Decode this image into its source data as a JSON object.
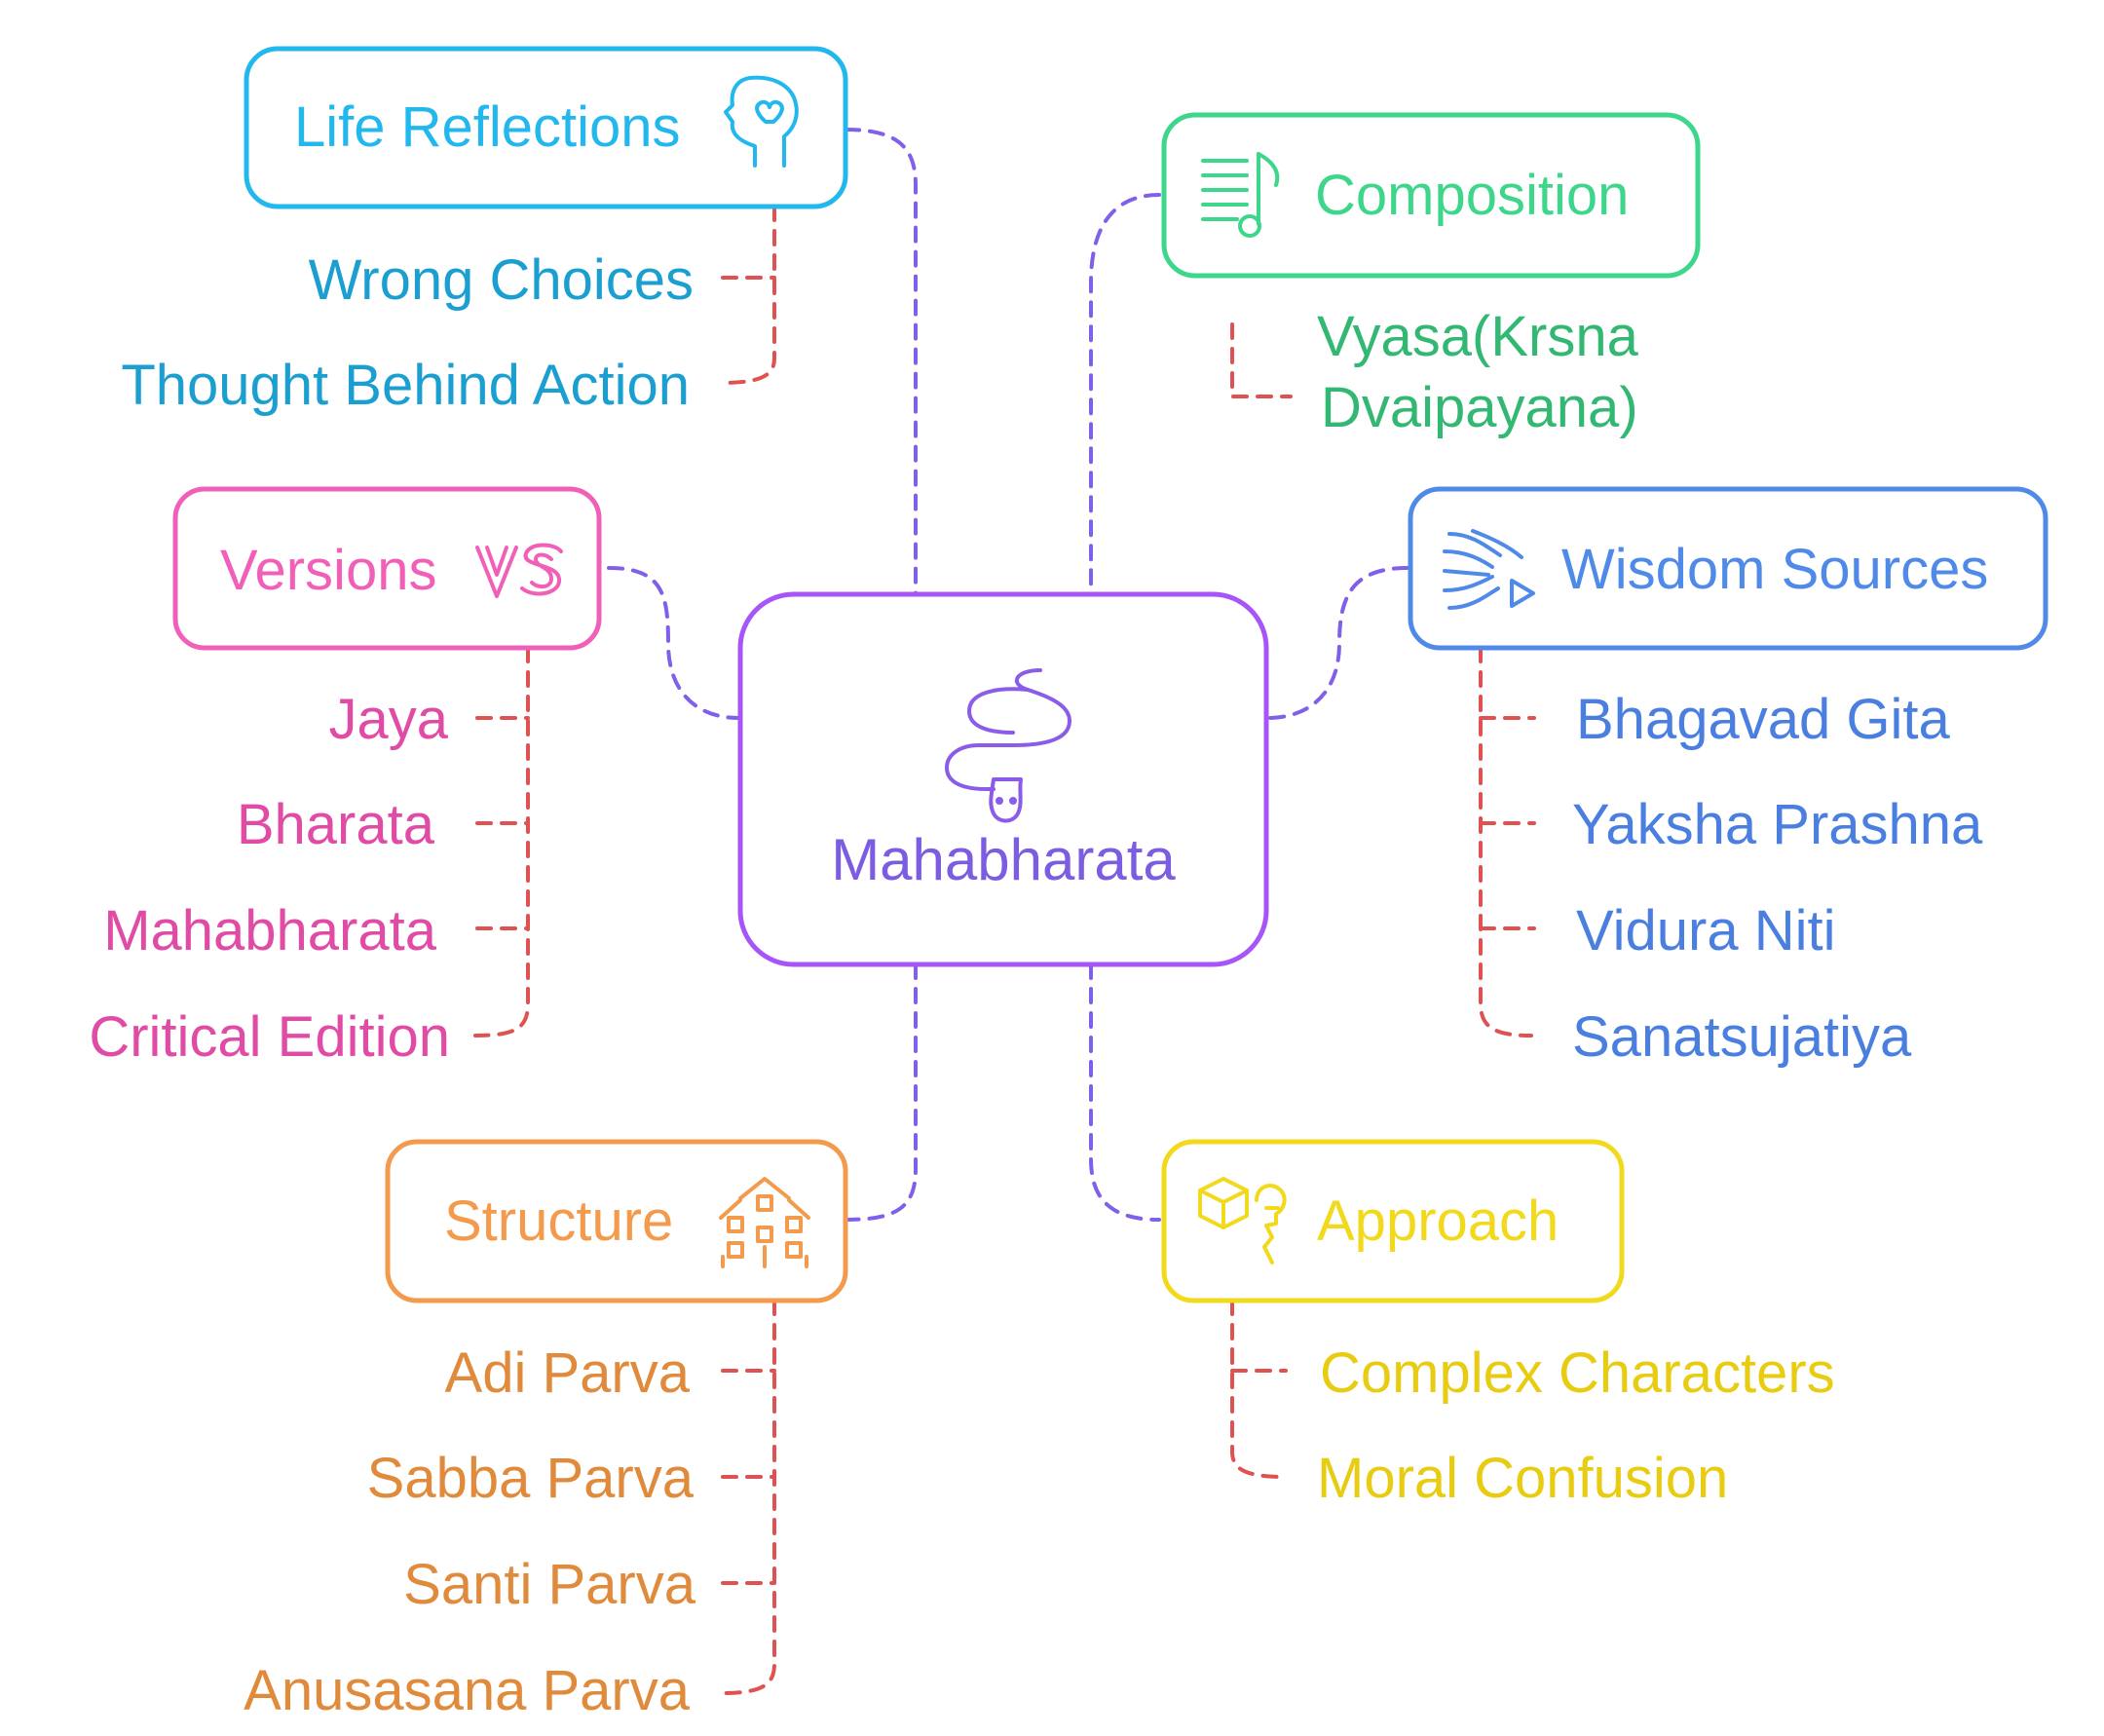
{
  "center": {
    "label": "Mahabharata",
    "icon": "serpent-icon",
    "color": "#a855f7",
    "text_color": "#7c5ce0"
  },
  "connector_color": "#8060e8",
  "leaf_connector_color": "#e05252",
  "branches": {
    "life_reflections": {
      "title": "Life Reflections",
      "icon": "head-heart-icon",
      "color": "#22b8ee",
      "text_color": "#1a9fd0",
      "items": [
        "Wrong Choices",
        "Thought Behind Action"
      ]
    },
    "composition": {
      "title": "Composition",
      "icon": "music-score-icon",
      "color": "#3ed68a",
      "text_color": "#33b873",
      "items": [
        "Vyasa(Krsna",
        "Dvaipayana)"
      ]
    },
    "versions": {
      "title": "Versions",
      "icon": "versus-icon",
      "color": "#f060b8",
      "text_color": "#e04ca5",
      "items": [
        "Jaya",
        "Bharata",
        "Mahabharata",
        "Critical Edition"
      ]
    },
    "wisdom_sources": {
      "title": "Wisdom Sources",
      "icon": "wind-play-icon",
      "color": "#4f8ae8",
      "text_color": "#4a7fe0",
      "items": [
        "Bhagavad Gita",
        "Yaksha Prashna",
        "Vidura Niti",
        "Sanatsujatiya"
      ]
    },
    "structure": {
      "title": "Structure",
      "icon": "building-network-icon",
      "color": "#f39a4c",
      "text_color": "#e08a3c",
      "items": [
        "Adi Parva",
        "Sabba Parva",
        "Santi Parva",
        "Anusasana Parva"
      ]
    },
    "approach": {
      "title": "Approach",
      "icon": "cube-thinking-icon",
      "color": "#f2d91c",
      "text_color": "#e8cc12",
      "items": [
        "Complex Characters",
        "Moral Confusion"
      ]
    }
  }
}
